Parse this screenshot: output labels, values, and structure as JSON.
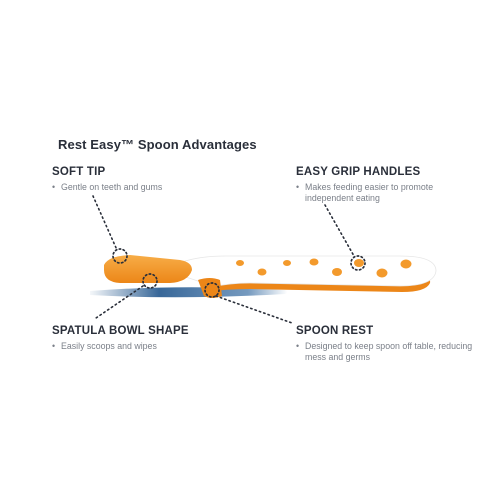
{
  "title": "Rest Easy™ Spoon Advantages",
  "callouts": {
    "soft_tip": {
      "heading": "SOFT TIP",
      "desc": "Gentle on teeth and gums"
    },
    "easy_grip": {
      "heading": "EASY GRIP HANDLES",
      "desc": "Makes feeding easier to  promote independent eating"
    },
    "spatula": {
      "heading": "SPATULA BOWL SHAPE",
      "desc": "Easily scoops and wipes"
    },
    "spoon_rest": {
      "heading": "SPOON REST",
      "desc": "Designed to keep spoon off table, reducing mess and germs"
    }
  },
  "colors": {
    "orange": "#f39a2c",
    "orange_dark": "#e67e12",
    "white_handle": "#ffffff",
    "shadow_blue": "#2d5f93",
    "dot_line": "#2a2f3a"
  }
}
